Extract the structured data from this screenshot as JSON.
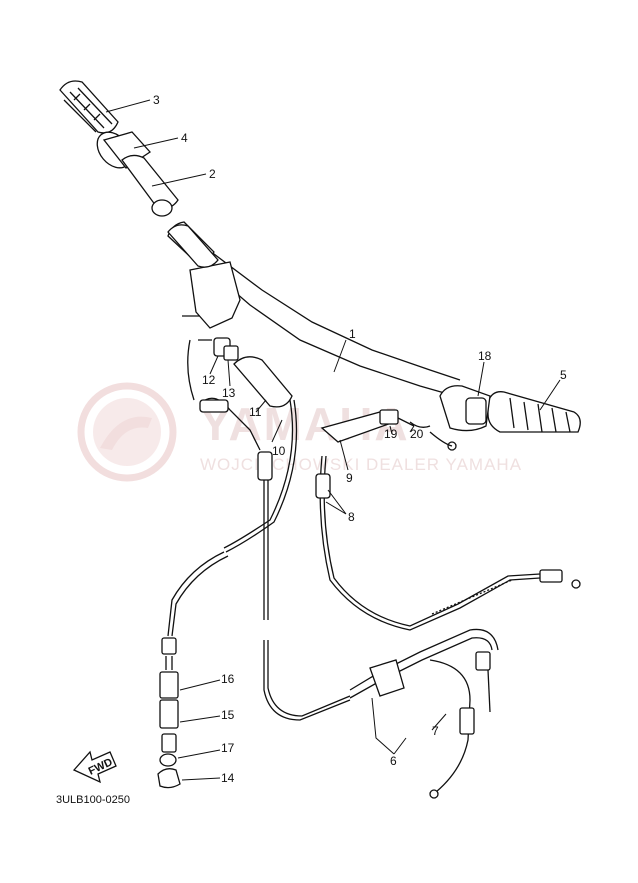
{
  "callouts": {
    "p1": "1",
    "p2": "2",
    "p3": "3",
    "p4": "4",
    "p5": "5",
    "p6": "6",
    "p7": "7",
    "p8": "8",
    "p9": "9",
    "p10": "10",
    "p11": "11",
    "p12": "12",
    "p13": "13",
    "p14": "14",
    "p15": "15",
    "p16": "16",
    "p17": "17",
    "p18": "18",
    "p19": "19",
    "p20": "20"
  },
  "fwd_label": "FWD",
  "diagram_code": "3ULB100-0250",
  "watermark": {
    "title": "YAMAHA",
    "subtitle": "WOJCIECHOWSKI DEALER YAMAHA",
    "color": "#e8c4c4"
  }
}
